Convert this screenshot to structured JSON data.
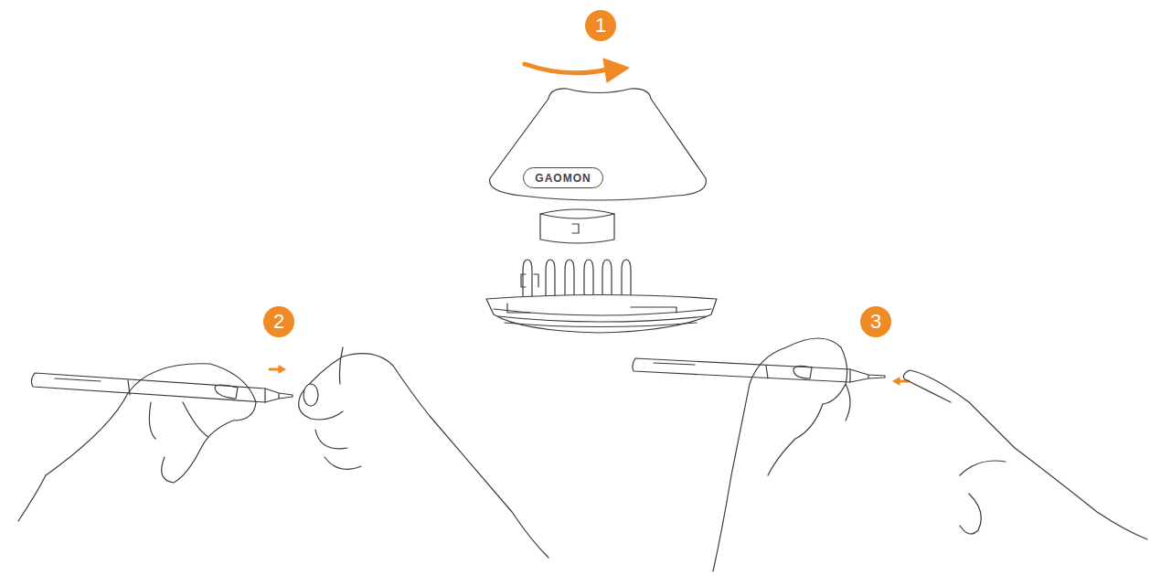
{
  "diagram": {
    "nodes": [
      {
        "text": [
          "1"
        ]
      },
      {
        "text": [
          "GAOMON"
        ]
      },
      {
        "text": [
          "2"
        ]
      },
      {
        "text": [
          "3"
        ]
      }
    ]
  }
}
